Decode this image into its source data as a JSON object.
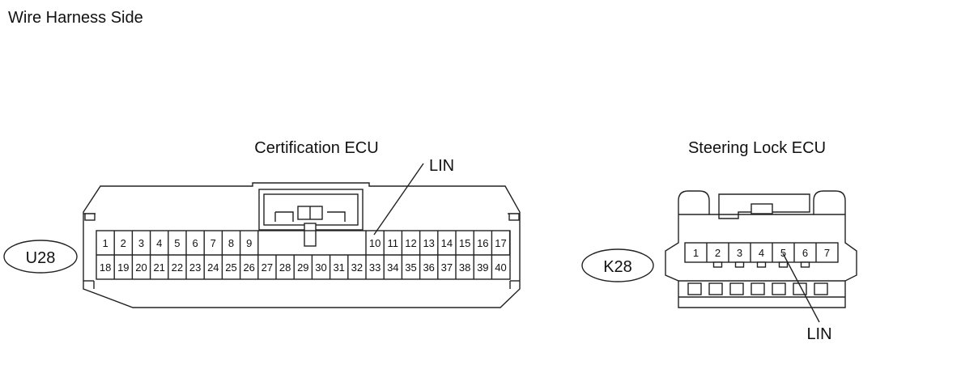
{
  "header": {
    "title": "Wire Harness Side"
  },
  "connectors": [
    {
      "code": "U28",
      "name": "Certification ECU",
      "pins_row1": [
        "1",
        "2",
        "3",
        "4",
        "5",
        "6",
        "7",
        "8",
        "9",
        "10",
        "11",
        "12",
        "13",
        "14",
        "15",
        "16",
        "17"
      ],
      "pins_row2": [
        "18",
        "19",
        "20",
        "21",
        "22",
        "23",
        "24",
        "25",
        "26",
        "27",
        "28",
        "29",
        "30",
        "31",
        "32",
        "33",
        "34",
        "35",
        "36",
        "37",
        "38",
        "39",
        "40"
      ],
      "callout": "LIN",
      "callout_pin": "10"
    },
    {
      "code": "K28",
      "name": "Steering Lock ECU",
      "pins_row1": [
        "1",
        "2",
        "3",
        "4",
        "5",
        "6",
        "7"
      ],
      "callout": "LIN",
      "callout_pin": "5"
    }
  ]
}
